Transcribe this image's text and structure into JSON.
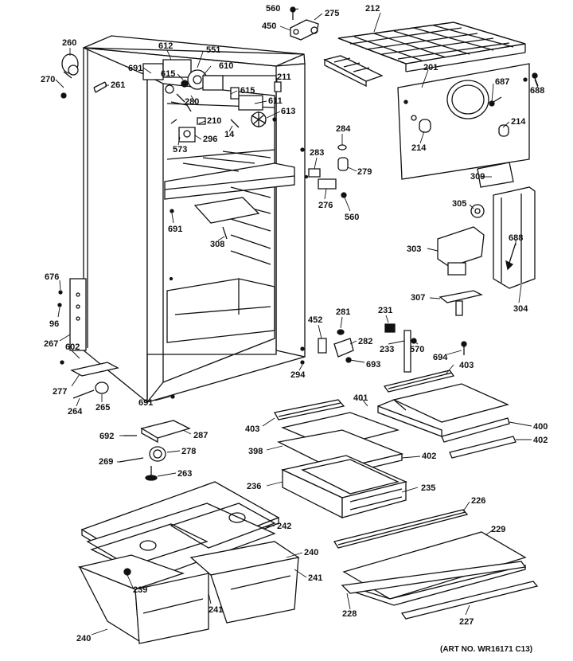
{
  "diagram": {
    "labels": [
      "560",
      "275",
      "212",
      "450",
      "260",
      "612",
      "551",
      "691",
      "615",
      "610",
      "270",
      "261",
      "211",
      "201",
      "687",
      "688",
      "615",
      "280",
      "611",
      "613",
      "210",
      "284",
      "214",
      "214",
      "296",
      "14",
      "573",
      "283",
      "279",
      "309",
      "276",
      "560",
      "305",
      "691",
      "308",
      "303",
      "688",
      "676",
      "307",
      "304",
      "96",
      "452",
      "281",
      "231",
      "267",
      "602",
      "282",
      "233",
      "570",
      "694",
      "403",
      "294",
      "693",
      "277",
      "691",
      "264",
      "265",
      "401",
      "403",
      "400",
      "692",
      "287",
      "398",
      "402",
      "269",
      "278",
      "402",
      "236",
      "263",
      "235",
      "226",
      "242",
      "229",
      "240",
      "241",
      "239",
      "241",
      "228",
      "227",
      "240"
    ],
    "art_no": "(ART NO. WR16171 C13)"
  }
}
